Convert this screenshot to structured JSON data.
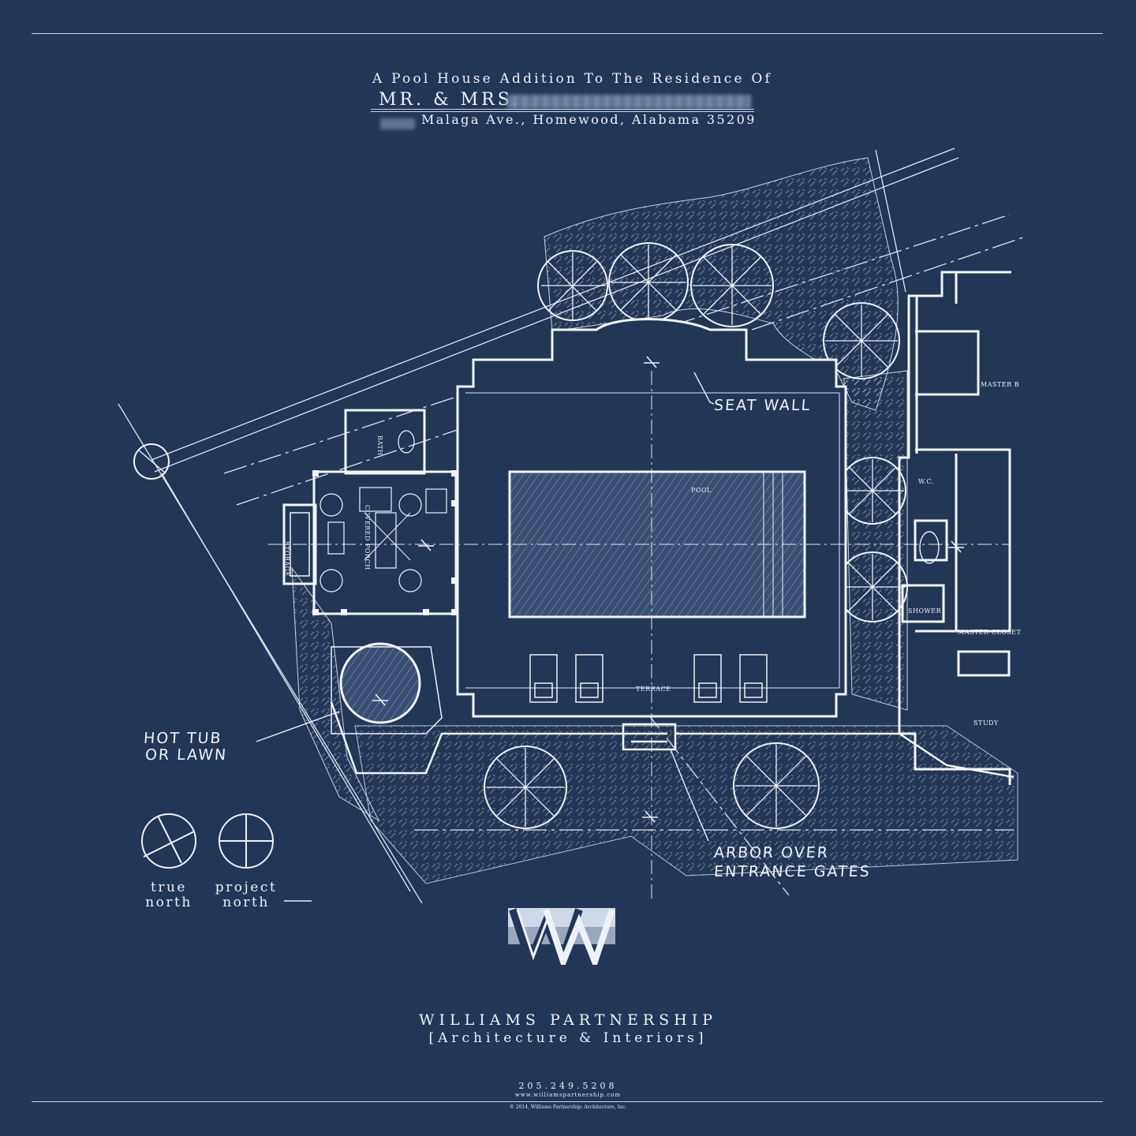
{
  "header": {
    "title_line": "A Pool House Addition To The Residence Of",
    "owner_prefix": "MR. & MRS.",
    "address_line": "Malaga Ave., Homewood, Alabama 35209"
  },
  "annotations": {
    "seat_wall": "SEAT WALL",
    "hot_tub_line1": "HOT TUB",
    "hot_tub_line2": "OR LAWN",
    "arbor_line1": "ARBOR OVER",
    "arbor_line2": "ENTRANCE GATES"
  },
  "room_labels": {
    "pool": "POOL",
    "terrace": "TERRACE",
    "storage": "STORAGE",
    "covered_porch": "COVERED PORCH",
    "bath": "BATH",
    "master_bedroom": "MASTER B",
    "wc": "W.C.",
    "shower": "SHOWER",
    "master_closet": "MASTER CLOSET",
    "study": "STUDY"
  },
  "compass": {
    "true_label_1": "true",
    "true_label_2": "north",
    "project_label_1": "project",
    "project_label_2": "north"
  },
  "footer": {
    "firm_name": "WILLIAMS PARTNERSHIP",
    "firm_tagline": "[Architecture & Interiors]",
    "phone": "205.249.5208",
    "website": "www.williamspartnership.com",
    "copyright": "© 2014, Williams Partnership: Architecture, Inc."
  },
  "colors": {
    "background": "#243656",
    "line": "#eef2f8"
  }
}
